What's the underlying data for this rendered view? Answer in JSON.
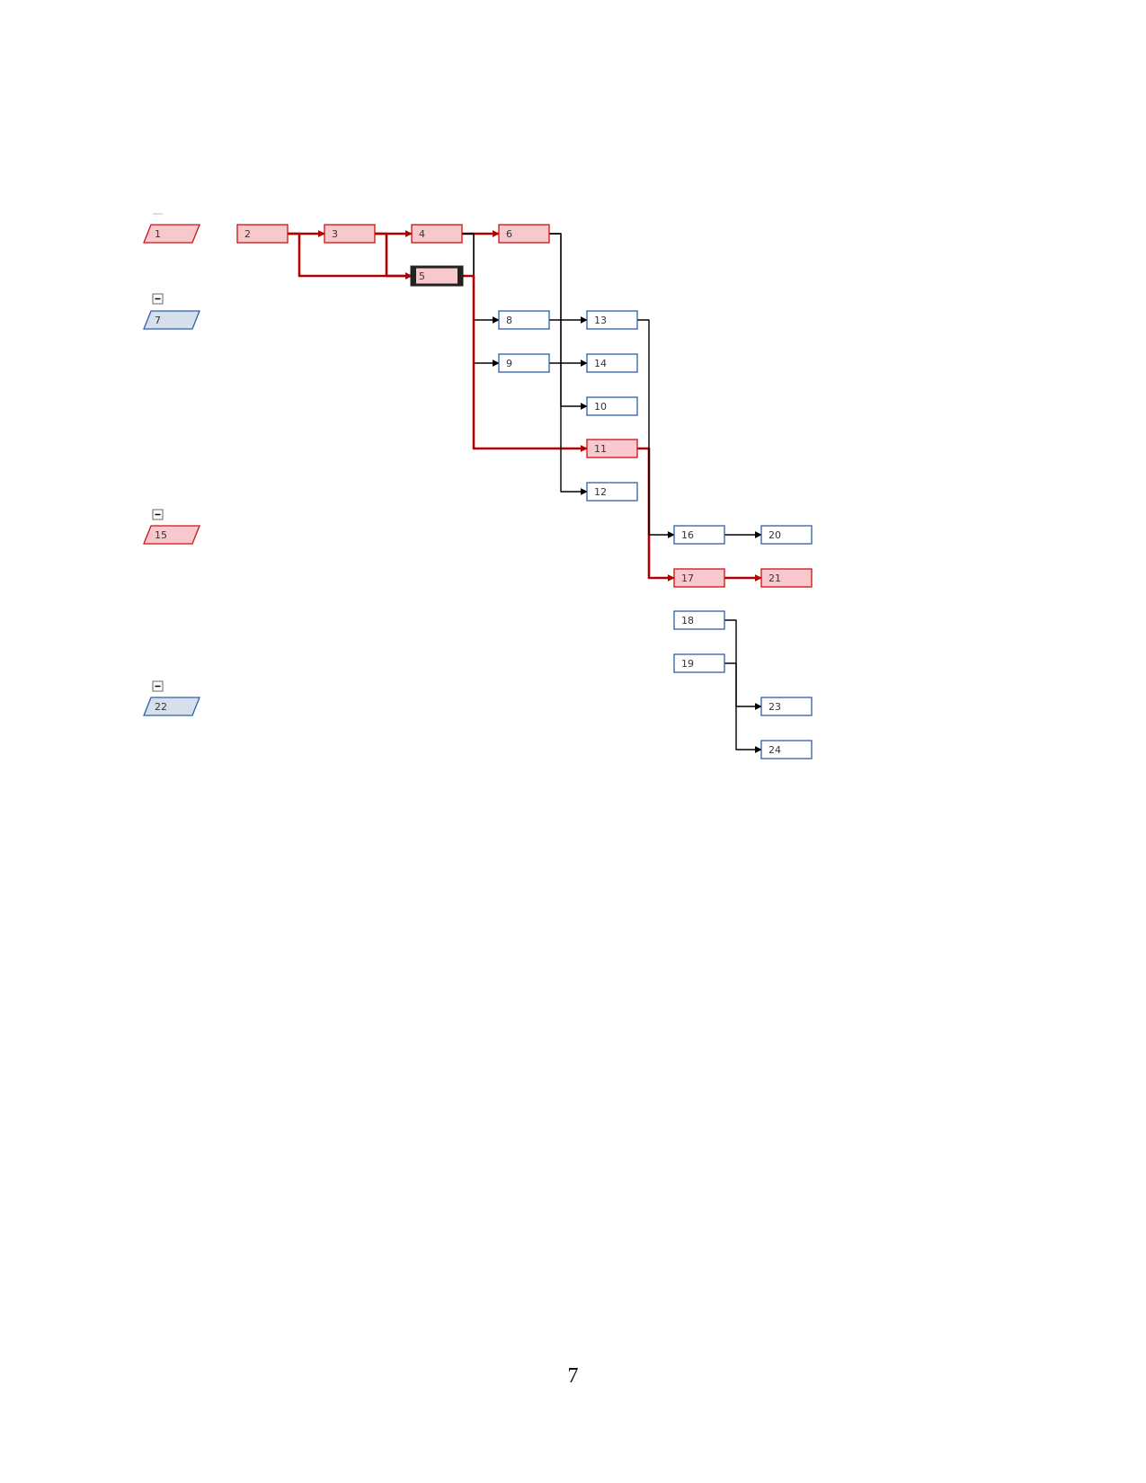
{
  "summary_groups": [
    {
      "id": "1",
      "label": "1",
      "critical": true,
      "collapse_symbol": ""
    },
    {
      "id": "7",
      "label": "7",
      "critical": false,
      "collapse_symbol": "−"
    },
    {
      "id": "15",
      "label": "15",
      "critical": true,
      "collapse_symbol": "−"
    },
    {
      "id": "22",
      "label": "22",
      "critical": false,
      "collapse_symbol": "−"
    }
  ],
  "tasks": [
    {
      "id": "2",
      "label": "2",
      "critical": true
    },
    {
      "id": "3",
      "label": "3",
      "critical": true
    },
    {
      "id": "4",
      "label": "4",
      "critical": true
    },
    {
      "id": "5",
      "label": "5",
      "critical": true,
      "selected": true
    },
    {
      "id": "6",
      "label": "6",
      "critical": true
    },
    {
      "id": "8",
      "label": "8",
      "critical": false
    },
    {
      "id": "9",
      "label": "9",
      "critical": false
    },
    {
      "id": "13",
      "label": "13",
      "critical": false
    },
    {
      "id": "14",
      "label": "14",
      "critical": false
    },
    {
      "id": "10",
      "label": "10",
      "critical": false
    },
    {
      "id": "11",
      "label": "11",
      "critical": true
    },
    {
      "id": "12",
      "label": "12",
      "critical": false
    },
    {
      "id": "16",
      "label": "16",
      "critical": false
    },
    {
      "id": "20",
      "label": "20",
      "critical": false
    },
    {
      "id": "17",
      "label": "17",
      "critical": true
    },
    {
      "id": "21",
      "label": "21",
      "critical": true
    },
    {
      "id": "18",
      "label": "18",
      "critical": false
    },
    {
      "id": "19",
      "label": "19",
      "critical": false
    },
    {
      "id": "23",
      "label": "23",
      "critical": false
    },
    {
      "id": "24",
      "label": "24",
      "critical": false
    }
  ],
  "links": [
    {
      "from": "2",
      "to": "3",
      "critical": true
    },
    {
      "from": "2",
      "to": "5",
      "critical": true
    },
    {
      "from": "3",
      "to": "4",
      "critical": true
    },
    {
      "from": "3",
      "to": "5",
      "critical": true
    },
    {
      "from": "4",
      "to": "6",
      "critical": true
    },
    {
      "from": "4",
      "to": "8",
      "critical": false
    },
    {
      "from": "4",
      "to": "9",
      "critical": false
    },
    {
      "from": "5",
      "to": "11",
      "critical": true
    },
    {
      "from": "6",
      "to": "10",
      "critical": false
    },
    {
      "from": "6",
      "to": "12",
      "critical": false
    },
    {
      "from": "8",
      "to": "13",
      "critical": false
    },
    {
      "from": "9",
      "to": "14",
      "critical": false
    },
    {
      "from": "11",
      "to": "17",
      "critical": true
    },
    {
      "from": "13",
      "to": "16",
      "critical": false
    },
    {
      "from": "16",
      "to": "20",
      "critical": false
    },
    {
      "from": "17",
      "to": "21",
      "critical": true
    },
    {
      "from": "18",
      "to": "23",
      "critical": false
    },
    {
      "from": "19",
      "to": "24",
      "critical": false
    }
  ],
  "colors": {
    "critical_fill": "#f8c8cc",
    "critical_stroke": "#cc1111",
    "normal_fill": "#ffffff",
    "normal_stroke": "#2e5fa8",
    "summary_normal_fill": "#d6dfec",
    "summary_normal_stroke": "#2e5fa8",
    "critical_link": "#b00000",
    "normal_link": "#000000",
    "text": "#333333"
  },
  "page_number": "7"
}
